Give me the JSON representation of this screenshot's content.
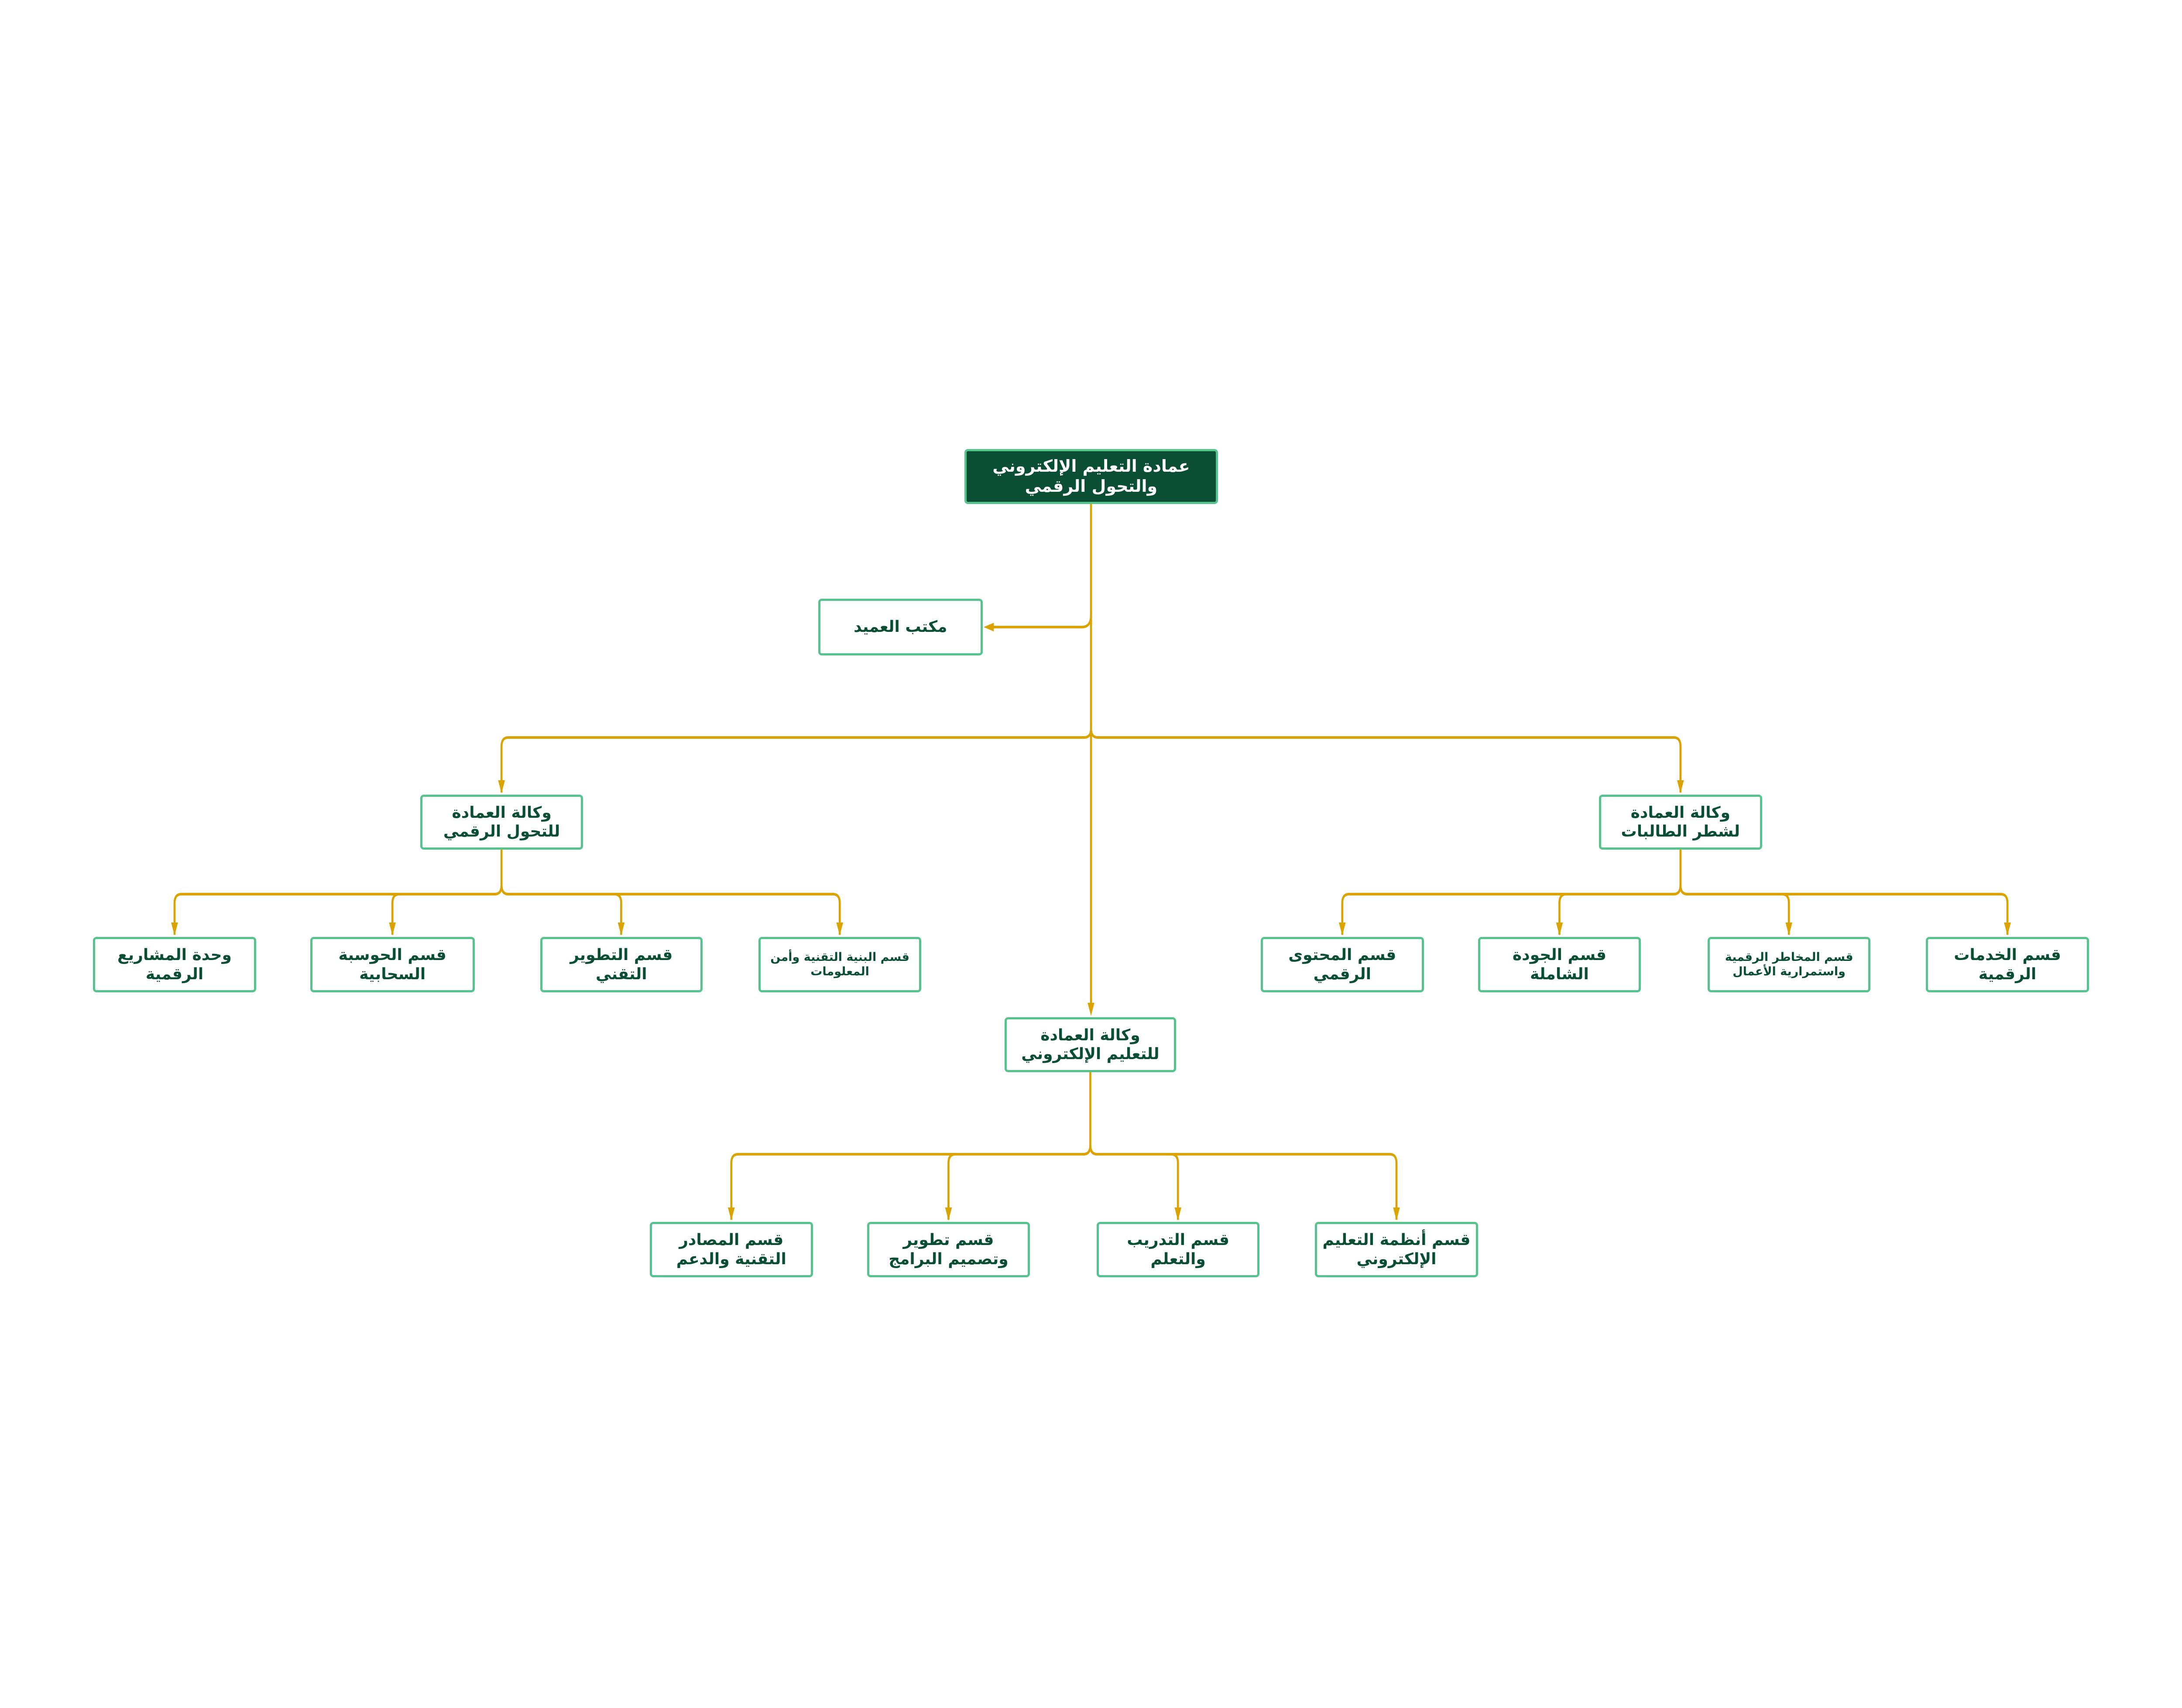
{
  "colors": {
    "root_fill": "#0a4f33",
    "box_border": "#57c38d",
    "text": "#0a4f33",
    "connector": "#dba300"
  },
  "root": {
    "label": "عمادة التعليم الإلكتروني والتحول الرقمي"
  },
  "dean_office": {
    "label": "مكتب العميد"
  },
  "vp_digital": {
    "label": "وكالة العمادة للتحول الرقمي",
    "departments": [
      "وحدة المشاريع الرقمية",
      "قسم الحوسبة السحابية",
      "قسم التطوير التقني",
      "قسم البنية التقنية وأمن المعلومات"
    ]
  },
  "vp_students": {
    "label": "وكالة العمادة لشطر الطالبات",
    "departments": [
      "قسم المحتوى الرقمي",
      "قسم الجودة الشاملة",
      "قسم المخاطر الرقمية واستمرارية الأعمال",
      "قسم الخدمات الرقمية"
    ]
  },
  "vp_elearning": {
    "label": "وكالة العمادة للتعليم الإلكتروني",
    "departments": [
      "قسم المصادر التقنية والدعم",
      "قسم تطوير وتصميم البرامج",
      "قسم التدريب والتعلم",
      "قسم أنظمة التعليم الإلكتروني"
    ]
  }
}
